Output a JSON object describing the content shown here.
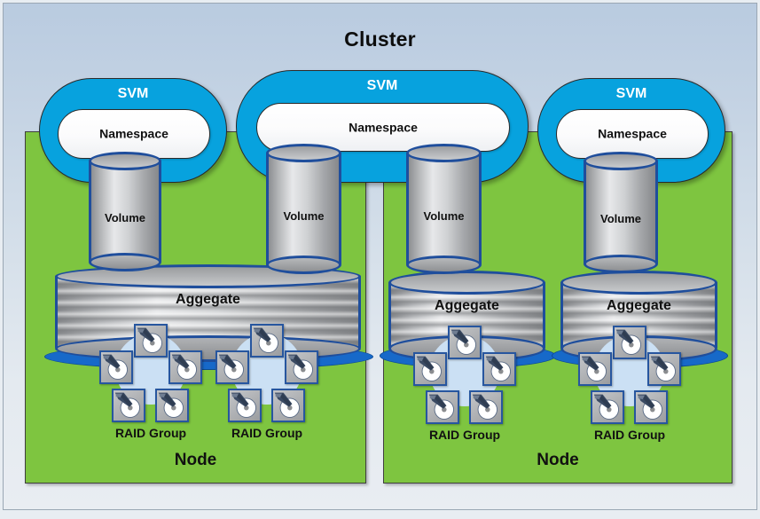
{
  "diagram": {
    "title": "Cluster",
    "background_color": "#c3d2e3",
    "node_color": "#7ec540",
    "svm_color": "#07a2de",
    "cylinder_outline_color": "#1f4e9c",
    "raid_halo_color": "#cbe0f4"
  },
  "nodes": [
    {
      "label": "Node"
    },
    {
      "label": "Node"
    }
  ],
  "svms": [
    {
      "label": "SVM",
      "namespace_label": "Namespace"
    },
    {
      "label": "SVM",
      "namespace_label": "Namespace"
    },
    {
      "label": "SVM",
      "namespace_label": "Namespace"
    }
  ],
  "volumes": [
    {
      "label": "Volume"
    },
    {
      "label": "Volume"
    },
    {
      "label": "Volume"
    },
    {
      "label": "Volume"
    }
  ],
  "aggregates": [
    {
      "label": "Aggegate"
    },
    {
      "label": "Aggegate"
    },
    {
      "label": "Aggegate"
    }
  ],
  "raid_groups": [
    {
      "label": "RAID Group",
      "disk_count": 5,
      "disk_icon": "disk-drive-icon"
    },
    {
      "label": "RAID Group",
      "disk_count": 5,
      "disk_icon": "disk-drive-icon"
    },
    {
      "label": "RAID Group",
      "disk_count": 5,
      "disk_icon": "disk-drive-icon"
    },
    {
      "label": "RAID Group",
      "disk_count": 5,
      "disk_icon": "disk-drive-icon"
    }
  ]
}
